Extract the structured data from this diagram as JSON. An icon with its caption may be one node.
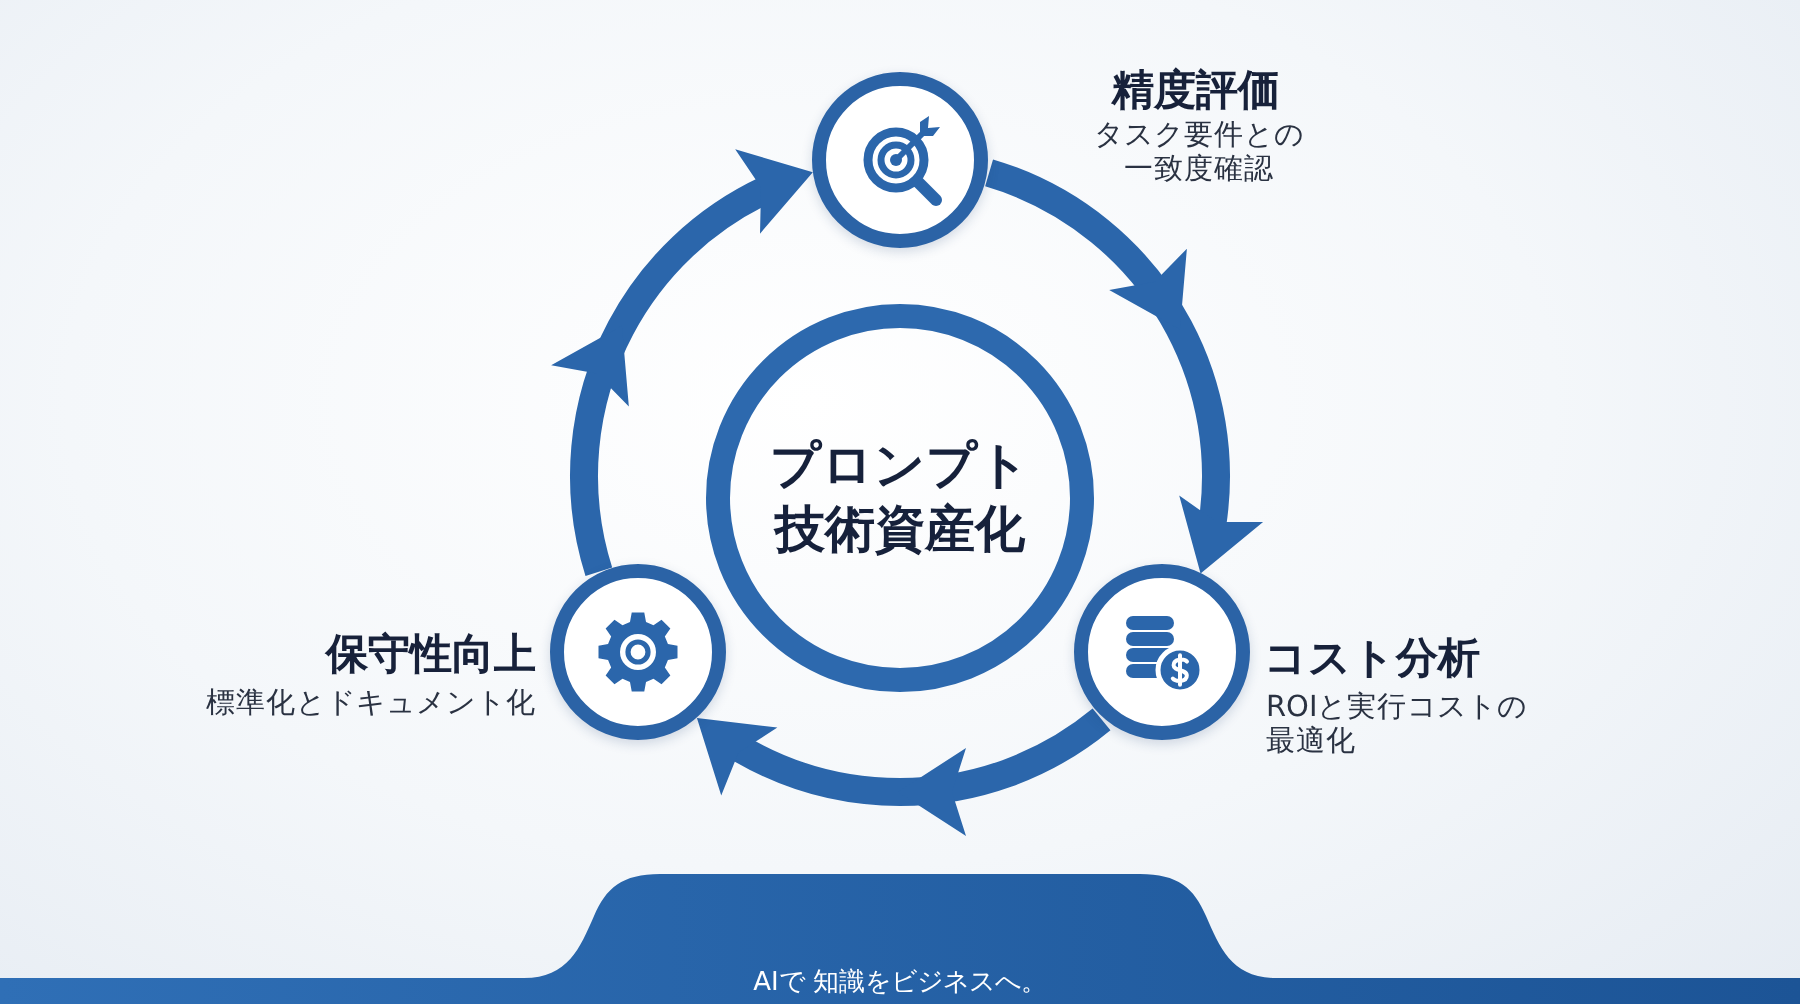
{
  "diagram": {
    "nodes": [
      {
        "text": [
          "プロンプト技術資産化"
        ]
      },
      {
        "text": [
          "精度評価",
          "タスク要件との一致度確認"
        ]
      },
      {
        "text": [
          "コスト分析",
          "ROIと実行コストの最適化"
        ]
      },
      {
        "text": [
          "保守性向上",
          "標準化とドキュメント化"
        ]
      }
    ],
    "edges": [
      {
        "from": 1,
        "to": 2,
        "arrow": "to"
      },
      {
        "from": 2,
        "to": 3,
        "arrow": "to"
      },
      {
        "from": 3,
        "to": 1,
        "arrow": "to"
      }
    ],
    "labels": [
      "AIで 知識をビジネスへ。"
    ]
  }
}
